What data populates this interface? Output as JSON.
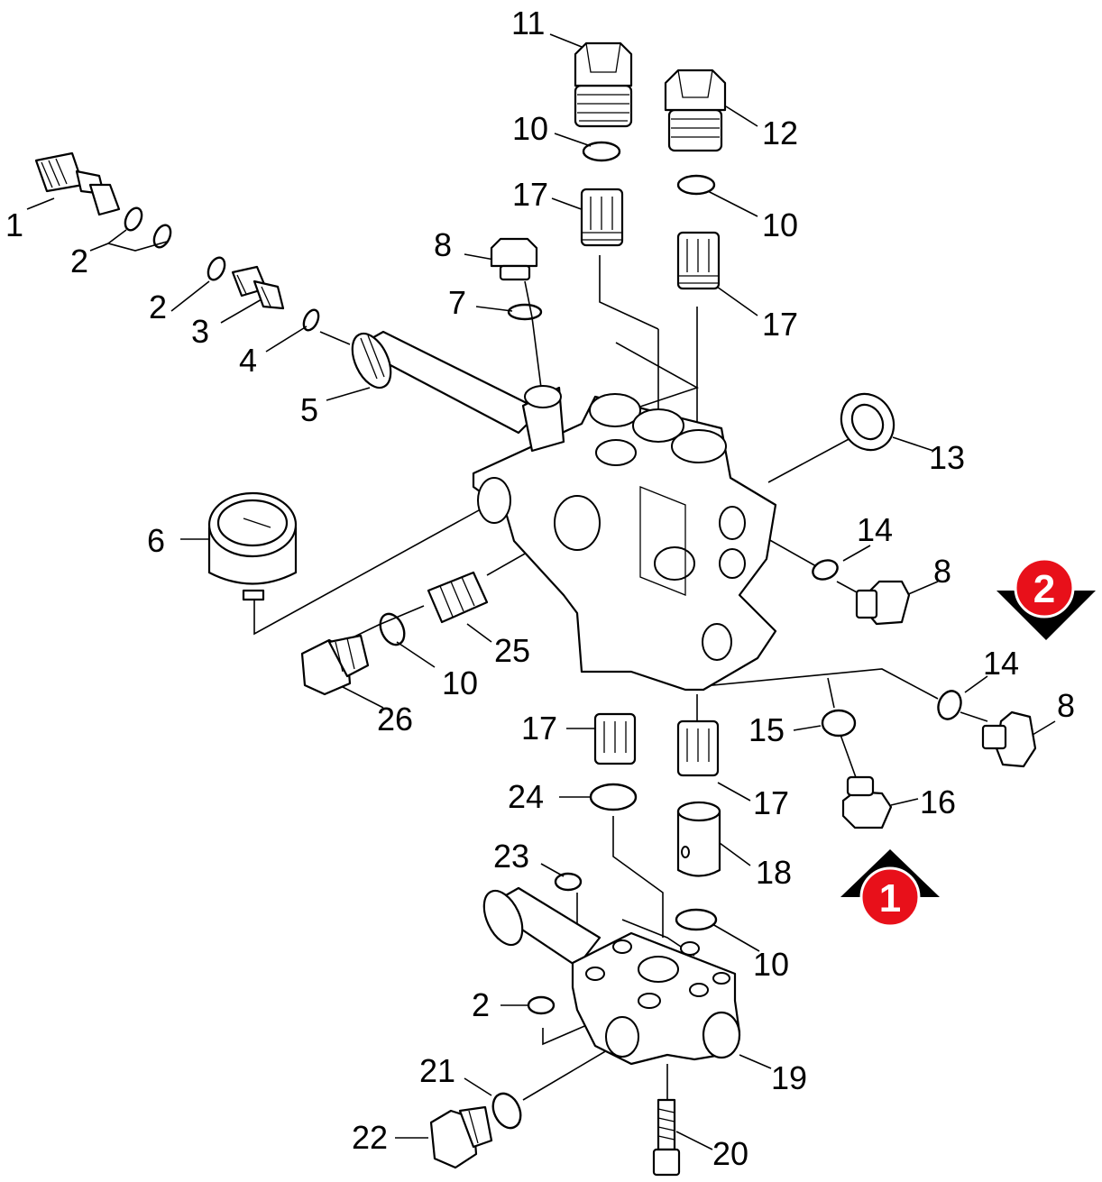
{
  "callouts": {
    "c1": "1",
    "c2a": "2",
    "c2b": "2",
    "c2c": "2",
    "c3": "3",
    "c4": "4",
    "c5": "5",
    "c6": "6",
    "c7": "7",
    "c8a": "8",
    "c8b": "8",
    "c8c": "8",
    "c10a": "10",
    "c10b": "10",
    "c10c": "10",
    "c10d": "10",
    "c11": "11",
    "c12": "12",
    "c13": "13",
    "c14a": "14",
    "c14b": "14",
    "c15": "15",
    "c16": "16",
    "c17a": "17",
    "c17b": "17",
    "c17c": "17",
    "c17d": "17",
    "c18": "18",
    "c19": "19",
    "c20": "20",
    "c21": "21",
    "c22": "22",
    "c23": "23",
    "c24": "24",
    "c25": "25",
    "c26": "26"
  },
  "markers": {
    "view1": "1",
    "view2": "2"
  },
  "colors": {
    "marker_fill": "#e8101a",
    "line": "#000000",
    "background": "#ffffff"
  }
}
